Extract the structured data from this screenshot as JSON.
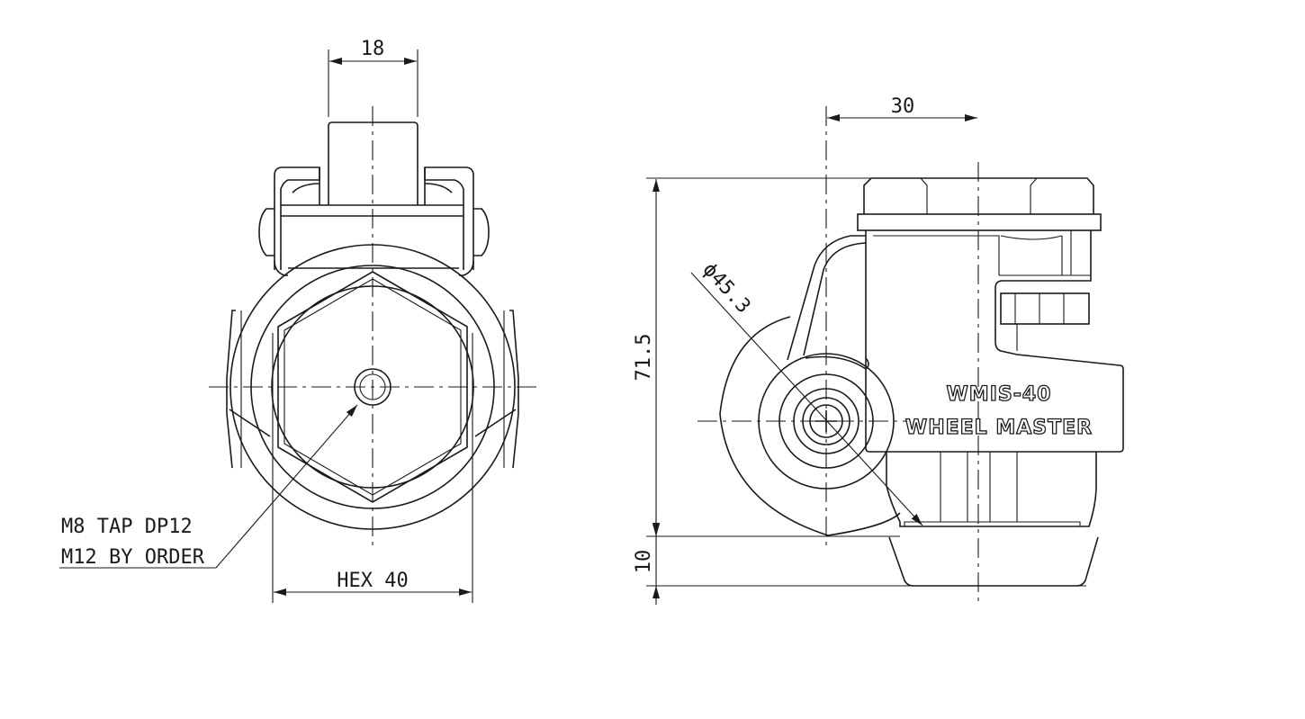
{
  "front_view": {
    "dim_top": "18",
    "dim_hex": "HEX 40",
    "note_line1": "M8 TAP DP12",
    "note_line2": "M12 BY ORDER"
  },
  "side_view": {
    "dim_width": "30",
    "dim_height": "71.5",
    "dim_wheel": "ϕ45.3",
    "dim_bottom": "10",
    "brand_model": "WMIS-40",
    "brand_name": "WHEEL MASTER"
  }
}
